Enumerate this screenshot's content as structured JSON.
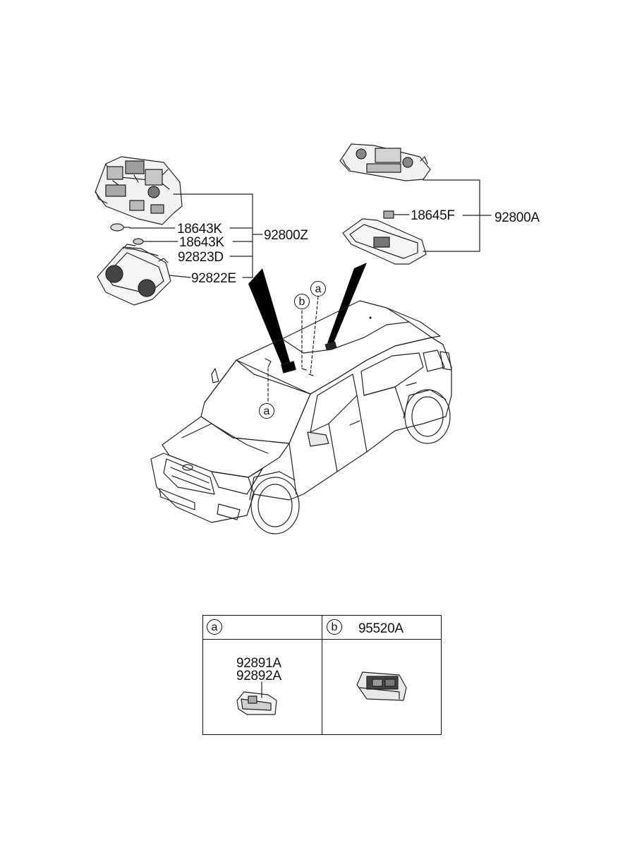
{
  "diagram": {
    "front_lamp_callouts": [
      "18643K",
      "18643K",
      "92823D",
      "92822E"
    ],
    "front_lamp_assembly": "92800Z",
    "rear_lamp_callouts": [
      "18645F"
    ],
    "rear_lamp_assembly": "92800A",
    "markers": {
      "a_hood": "a",
      "b_roof": "b",
      "a_roof": "a"
    }
  },
  "legend_table": {
    "cell_a": {
      "marker": "a",
      "parts": [
        "92891A",
        "92892A"
      ]
    },
    "cell_b": {
      "marker": "b",
      "part": "95520A"
    }
  }
}
